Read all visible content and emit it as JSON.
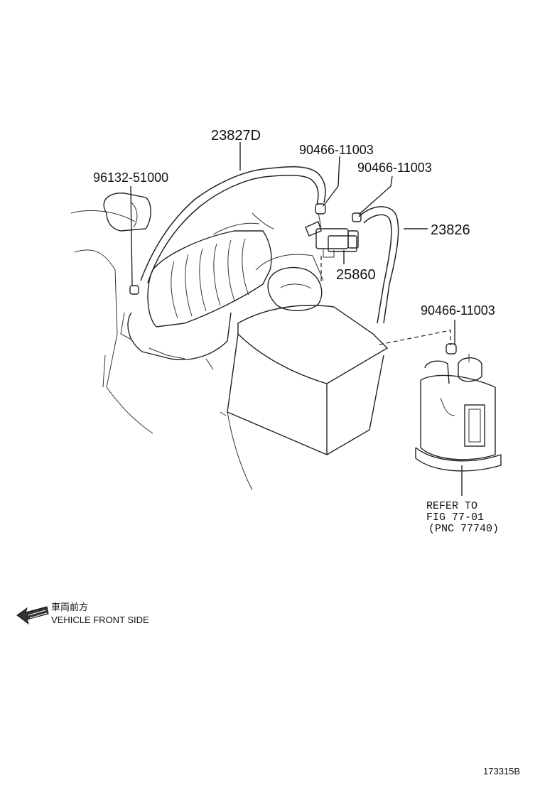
{
  "labels": {
    "hose_top": "23827D",
    "clamp_left": "96132-51000",
    "clamp_top": "90466-11003",
    "clamp_right": "90466-11003",
    "hose_right": "23826",
    "vsv": "25860",
    "clamp_canister": "90466-11003"
  },
  "refer": {
    "line1": "REFER TO",
    "line2": "FIG 77-01",
    "line3": "(PNC 77740)"
  },
  "legend": {
    "jp": "車両前方",
    "en": "VEHICLE FRONT SIDE",
    "arrow_icon": "front-arrow-icon"
  },
  "footer": {
    "code": "173315B"
  }
}
